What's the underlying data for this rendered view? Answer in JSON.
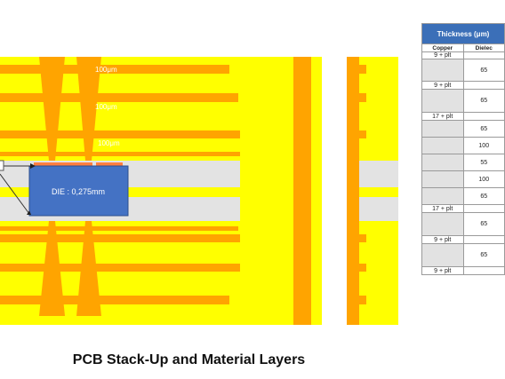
{
  "caption": "PCB Stack-Up and Material Layers",
  "stackup_labels": [
    "100μm",
    "100μm",
    "100μm"
  ],
  "die_label": "DIE : 0,275mm",
  "colors": {
    "copper": "#ffa400",
    "prepreg": "#ffff00",
    "core": "#e3e3e3",
    "die": "#4472c4",
    "table_header": "#3b6fb8"
  },
  "table": {
    "title": "Thickness (μm)",
    "columns": [
      "Copper",
      "Dielec"
    ],
    "rows": [
      {
        "copper": "9 + plt",
        "dielectric": ""
      },
      {
        "copper": "",
        "dielectric": "65"
      },
      {
        "copper": "9 + plt",
        "dielectric": ""
      },
      {
        "copper": "",
        "dielectric": "65"
      },
      {
        "copper": "17 + plt",
        "dielectric": ""
      },
      {
        "copper": "",
        "dielectric": "65"
      },
      {
        "copper": "",
        "dielectric": "100"
      },
      {
        "copper": "",
        "dielectric": "55"
      },
      {
        "copper": "",
        "dielectric": "100"
      },
      {
        "copper": "",
        "dielectric": "65"
      },
      {
        "copper": "17 + plt",
        "dielectric": ""
      },
      {
        "copper": "",
        "dielectric": "65"
      },
      {
        "copper": "9 + plt",
        "dielectric": ""
      },
      {
        "copper": "",
        "dielectric": "65"
      },
      {
        "copper": "9 + plt",
        "dielectric": ""
      }
    ]
  }
}
